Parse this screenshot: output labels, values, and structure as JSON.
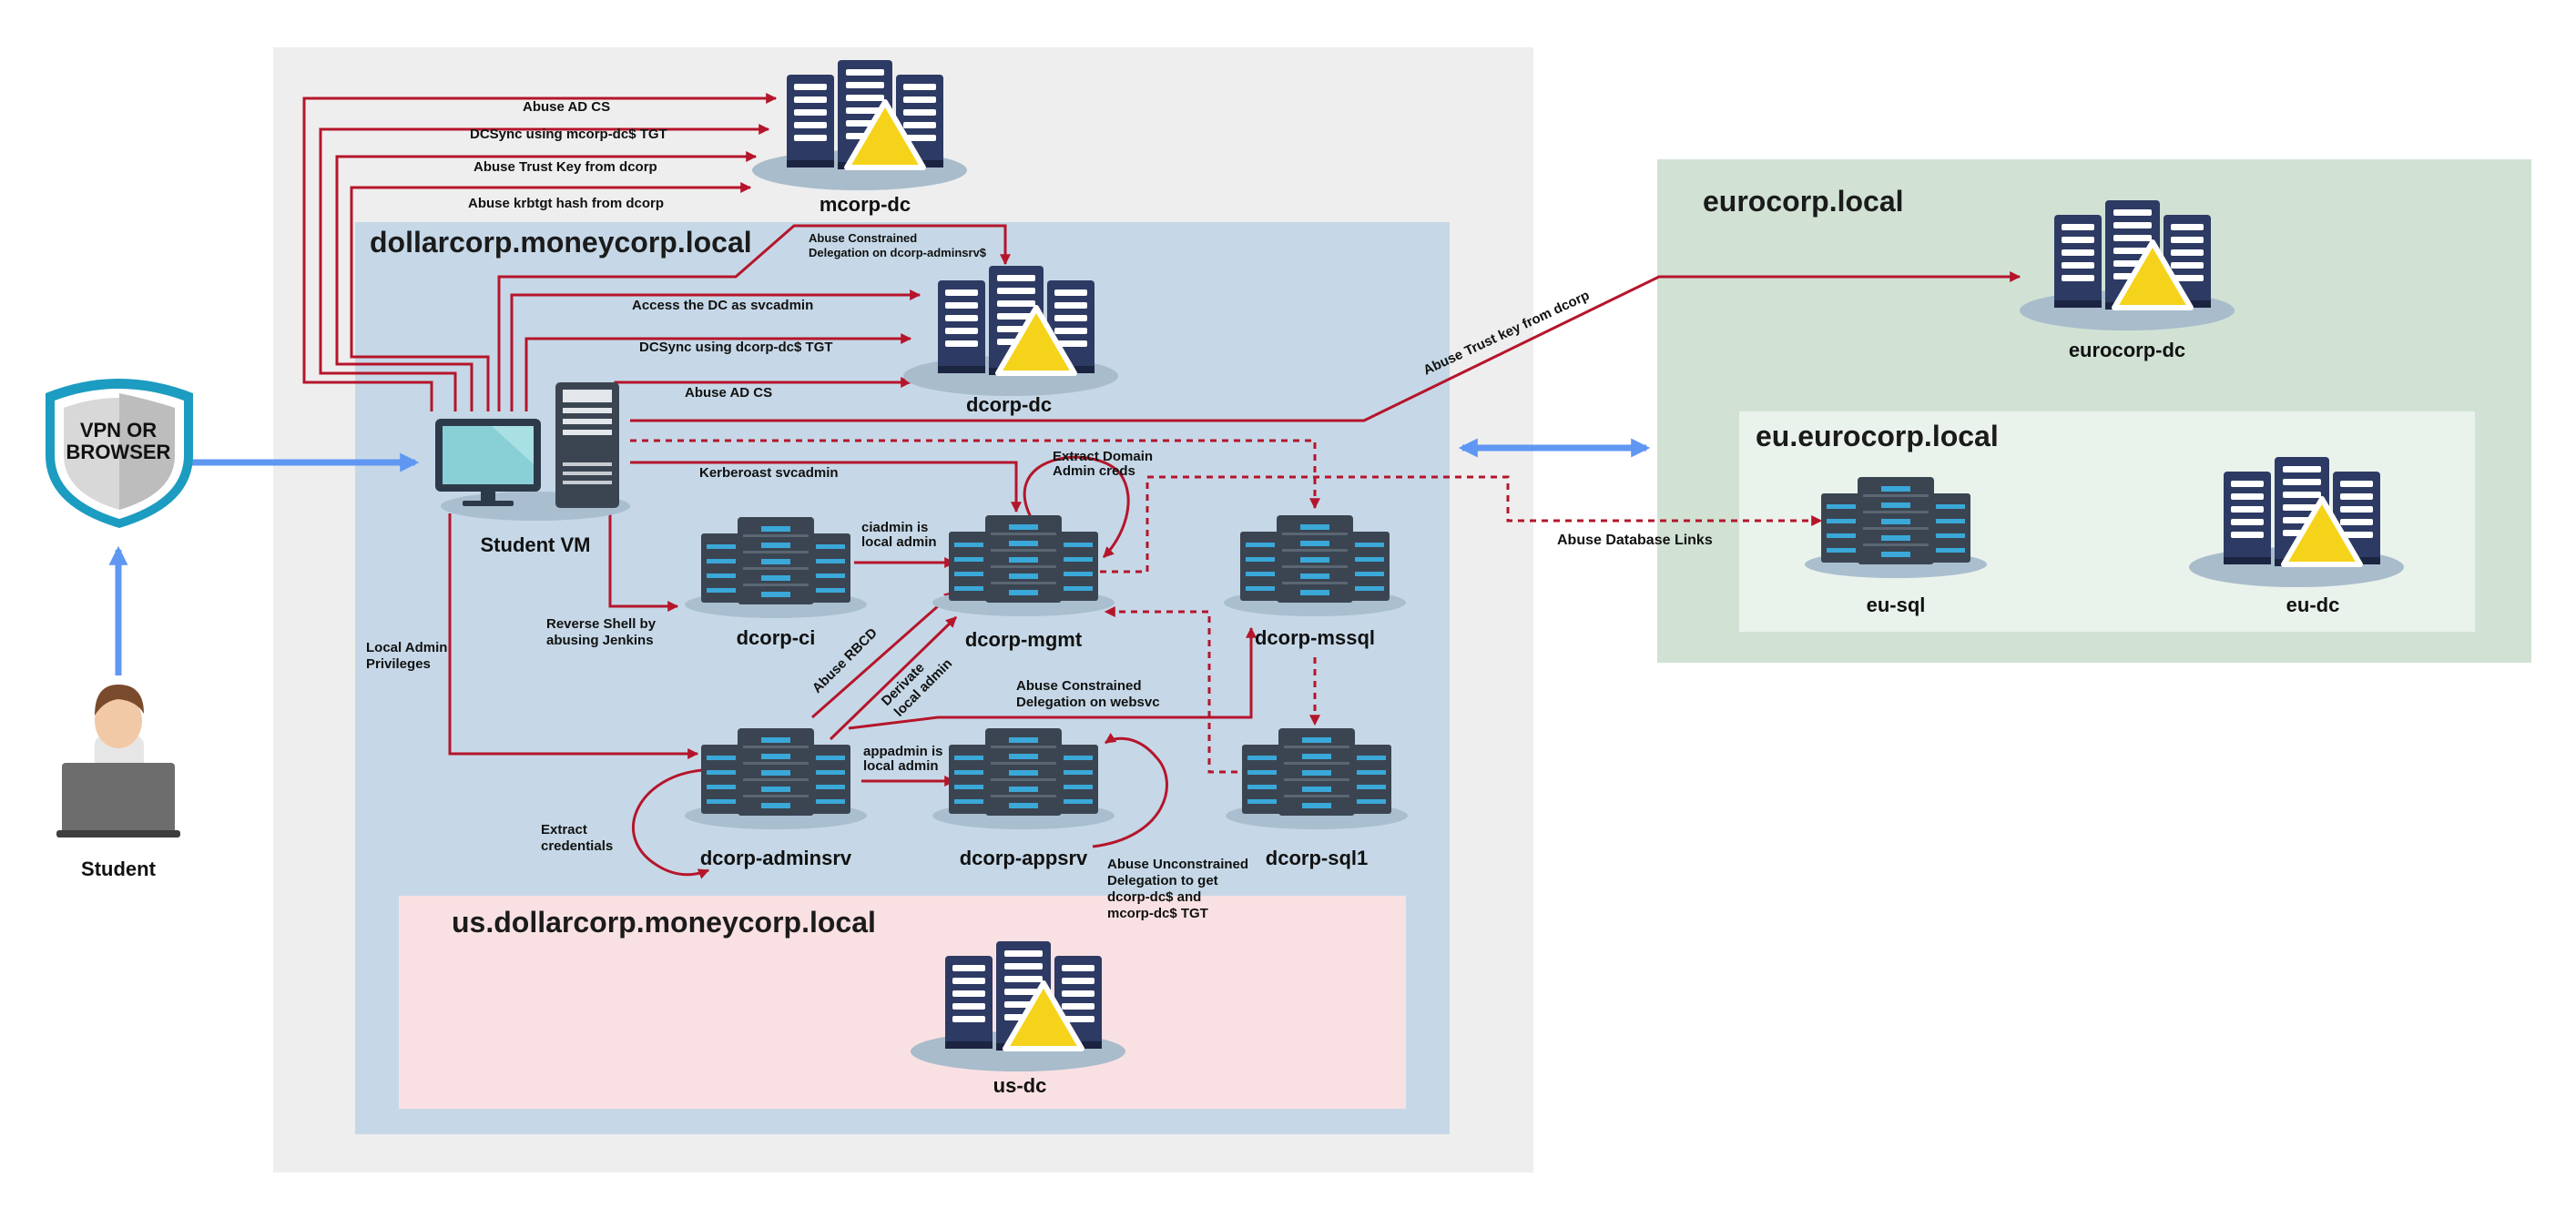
{
  "zones": {
    "moneycorp_outer": "",
    "dollarcorp": "dollarcorp.moneycorp.local",
    "us_dollarcorp": "us.dollarcorp.moneycorp.local",
    "eurocorp": "eurocorp.local",
    "eu_eurocorp": "eu.eurocorp.local"
  },
  "nodes": {
    "mcorp_dc": "mcorp-dc",
    "dcorp_dc": "dcorp-dc",
    "student_vm": "Student VM",
    "dcorp_ci": "dcorp-ci",
    "dcorp_mgmt": "dcorp-mgmt",
    "dcorp_mssql": "dcorp-mssql",
    "dcorp_adminsrv": "dcorp-adminsrv",
    "dcorp_appsrv": "dcorp-appsrv",
    "dcorp_sql1": "dcorp-sql1",
    "us_dc": "us-dc",
    "eurocorp_dc": "eurocorp-dc",
    "eu_sql": "eu-sql",
    "eu_dc": "eu-dc",
    "student": "Student",
    "vpn_line1": "VPN OR",
    "vpn_line2": "BROWSER"
  },
  "edges": {
    "abuse_adcs_mcorp": "Abuse AD CS",
    "dcsync_mcorp": "DCSync using mcorp-dc$ TGT",
    "abuse_trust_key": "Abuse Trust Key from dcorp",
    "abuse_krbtgt": "Abuse krbtgt hash from dcorp",
    "constrained_adminsrv_l1": "Abuse Constrained",
    "constrained_adminsrv_l2": "Delegation on dcorp-adminsrv$",
    "access_dc_svcadmin": "Access the DC as svcadmin",
    "dcsync_dcorp": "DCSync using dcorp-dc$ TGT",
    "abuse_adcs_dcorp": "Abuse AD CS",
    "abuse_trust_key_eurocorp": "Abuse Trust key from dcorp",
    "kerberoast": "Kerberoast svcadmin",
    "extract_da_l1": "Extract Domain",
    "extract_da_l2": "Admin creds",
    "ciadmin_l1": "ciadmin is",
    "ciadmin_l2": "local admin",
    "reverse_shell_l1": "Reverse Shell by",
    "reverse_shell_l2": "abusing Jenkins",
    "local_admin_l1": "Local Admin",
    "local_admin_l2": "Privileges",
    "abuse_rbcd": "Abuse RBCD",
    "derivate_l1": "Derivate",
    "derivate_l2": "local admin",
    "constrained_websvc_l1": "Abuse Constrained",
    "constrained_websvc_l2": "Delegation on websvc",
    "appadmin_l1": "appadmin is",
    "appadmin_l2": "local admin",
    "extract_creds_l1": "Extract",
    "extract_creds_l2": "credentials",
    "unconstrained_l1": "Abuse Unconstrained",
    "unconstrained_l2": "Delegation to get",
    "unconstrained_l3": "dcorp-dc$ and",
    "unconstrained_l4": "mcorp-dc$ TGT",
    "db_links": "Abuse Database Links"
  },
  "colors": {
    "arrow_red": "#b5152b",
    "arrow_blue": "#5f97f2",
    "zone_grey": "#eeeeee",
    "zone_blue": "#c6d8e7",
    "zone_pink": "#f9e1e3",
    "zone_green": "#d1e2d4",
    "zone_lightgreen": "#eaf2ec",
    "server_navy": "#2d3a63",
    "server_dark": "#3b4552",
    "server_teal": "#3aa8d8",
    "warning_yellow": "#f6d31b"
  },
  "icons": [
    "server-rack-icon",
    "warning-triangle-icon",
    "monitor-icon",
    "tower-pc-icon",
    "shield-icon",
    "person-laptop-icon"
  ]
}
